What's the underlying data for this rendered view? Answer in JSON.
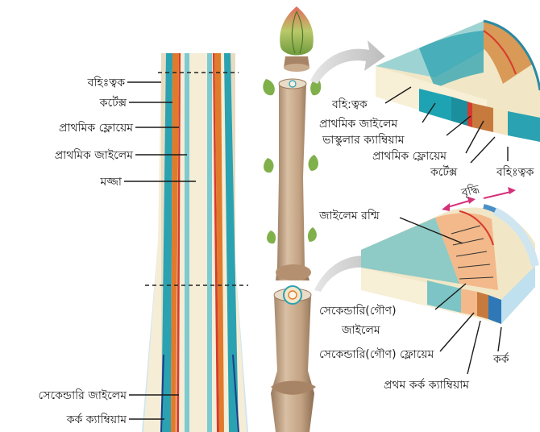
{
  "left_labels": {
    "epidermis": "বহিঃত্বক",
    "cortex": "কর্টেক্স",
    "primary_phloem": "প্রাথমিক ফ্লোয়েম",
    "primary_xylem": "প্রাথমিক জাইলেম",
    "pith": "মজ্জা",
    "secondary_xylem": "সেকেন্ডারি জাইলেম",
    "cork_cambium": "কর্ক ক্যাম্বিয়াম"
  },
  "top_wedge_labels": {
    "epidermis": "বহি:ত্বক",
    "primary_xylem": "প্রাথমিক জাইলেম",
    "vascular_cambium": "ভাস্কুলার ক্যাম্বিয়াম",
    "primary_phloem": "প্রাথমিক ফ্লোয়েম",
    "cortex": "কর্টেক্স",
    "epidermis_right": "বহিঃত্বক"
  },
  "bottom_wedge_labels": {
    "growth": "বৃদ্ধি",
    "xylem_rays": "জাইলেম রশ্মি",
    "secondary_xylem_line1": "সেকেন্ডারি(গৌণ)",
    "secondary_xylem_line2": "জাইলেম",
    "secondary_phloem": "সেকেন্ডারি(গৌণ) ফ্লোয়েম",
    "cork": "কর্ক",
    "first_cork_cambium": "প্রথম কর্ক ক্যাম্বিয়াম"
  }
}
